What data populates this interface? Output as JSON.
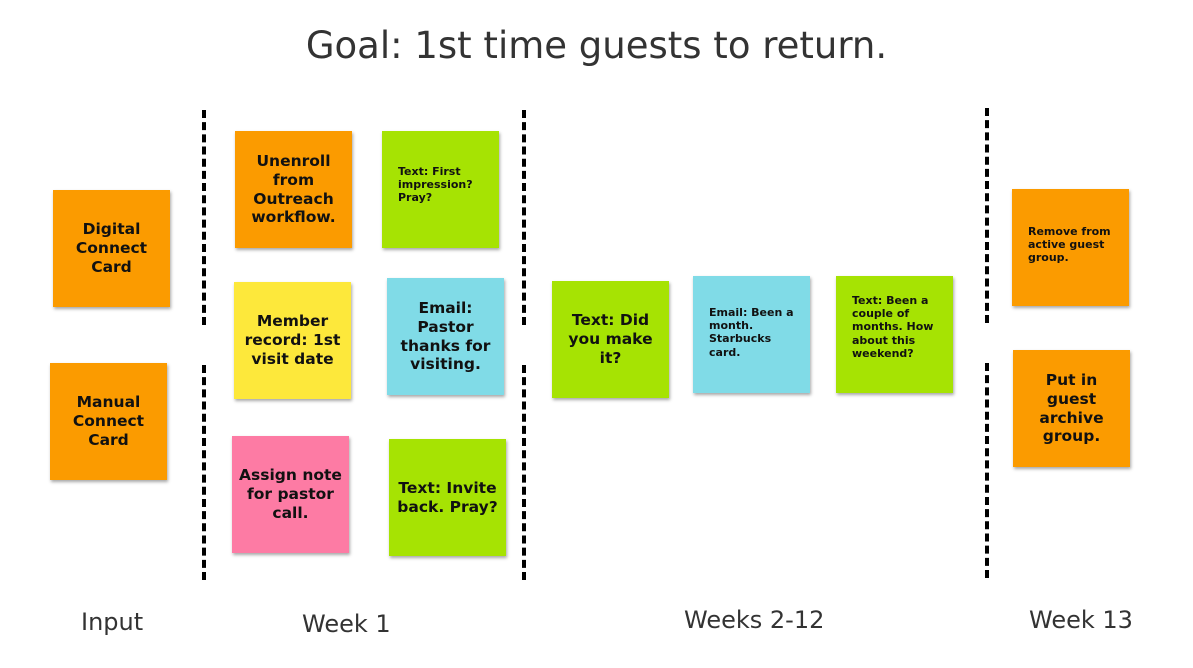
{
  "title": "Goal:  1st time guests to return.",
  "colors": {
    "orange": "#fb9b00",
    "green": "#a6e303",
    "yellow": "#fde83b",
    "cyan": "#80dbe7",
    "pink": "#fd7ba4"
  },
  "columns": {
    "input": "Input",
    "week1": "Week 1",
    "weeks2_12": "Weeks 2-12",
    "week13": "Week 13"
  },
  "notes": {
    "digital_connect_card": "Digital Connect Card",
    "manual_connect_card": "Manual Connect Card",
    "unenroll_outreach": "Unenroll from Outreach workflow.",
    "text_first_impression": "Text:  First impression? Pray?",
    "member_record": "Member record: 1st visit date",
    "email_pastor_thanks": "Email: Pastor thanks for visiting.",
    "assign_note_pastor": "Assign note for pastor call.",
    "text_invite_back": "Text: Invite back. Pray?",
    "text_did_you_make_it": "Text: Did you make it?",
    "email_been_a_month": "Email:  Been a month.  Starbucks card.",
    "text_couple_months": "Text:  Been a couple of months.  How about this weekend?",
    "remove_active_guest": "Remove from active guest group.",
    "put_in_archive": "Put in guest archive group."
  }
}
